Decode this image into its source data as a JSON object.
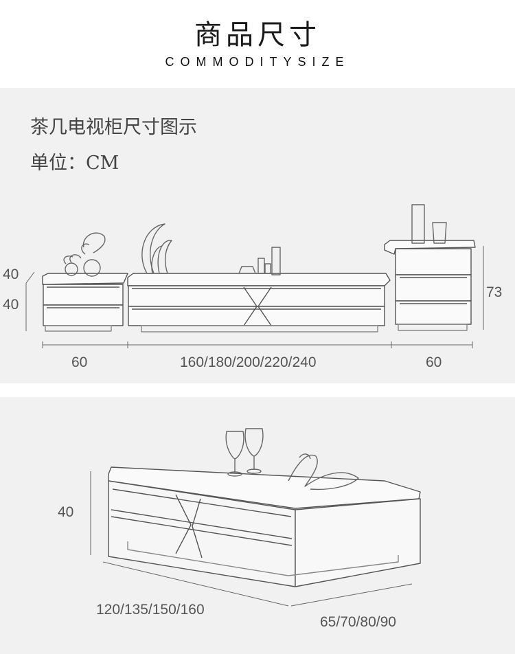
{
  "header": {
    "title": "商品尺寸",
    "subtitle": "COMMODITYSIZE"
  },
  "section1": {
    "title": "茶几电视柜尺寸图示",
    "unit_label": "单位：",
    "unit_value": "CM",
    "dimensions": {
      "side_top_height": "40",
      "side_body_height": "40",
      "tall_height": "73",
      "left_width": "60",
      "center_width": "160/180/200/220/240",
      "right_width": "60"
    }
  },
  "section2": {
    "dimensions": {
      "height": "40",
      "length": "120/135/150/160",
      "depth": "65/70/80/90"
    }
  },
  "colors": {
    "panel_bg": "#f1f1f1",
    "line": "#555555",
    "text": "#444444"
  }
}
